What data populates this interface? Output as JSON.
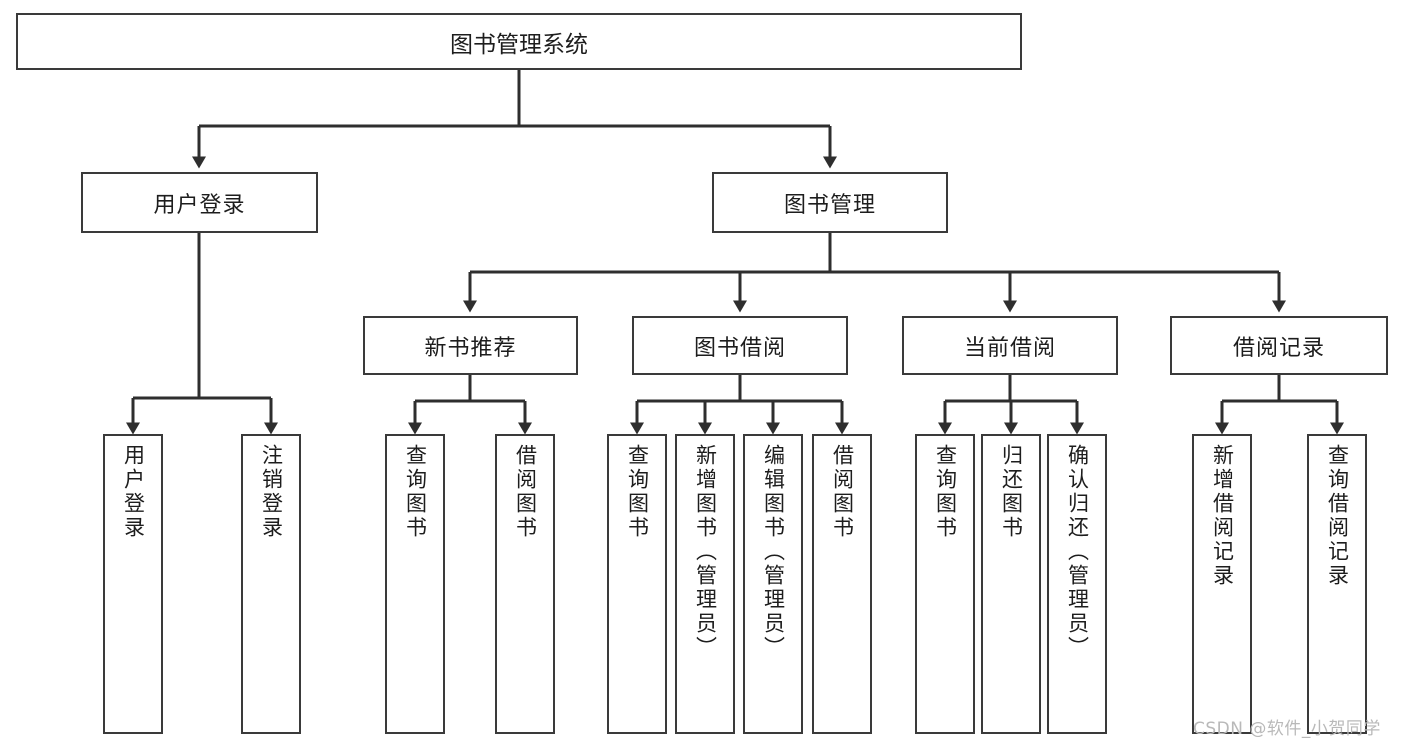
{
  "diagram": {
    "type": "tree",
    "title": "图书管理系统",
    "root": {
      "label": "图书管理系统"
    },
    "level2": [
      {
        "label": "用户登录"
      },
      {
        "label": "图书管理"
      }
    ],
    "level3": [
      {
        "label": "新书推荐"
      },
      {
        "label": "图书借阅"
      },
      {
        "label": "当前借阅"
      },
      {
        "label": "借阅记录"
      }
    ],
    "leaves": {
      "user_login": [
        {
          "label": "用户登录"
        },
        {
          "label": "注销登录"
        }
      ],
      "new_book_recommend": [
        {
          "label": "查询图书"
        },
        {
          "label": "借阅图书"
        }
      ],
      "book_borrow": [
        {
          "label": "查询图书"
        },
        {
          "label": "新增图书（管理员）"
        },
        {
          "label": "编辑图书（管理员）"
        },
        {
          "label": "借阅图书"
        }
      ],
      "current_borrow": [
        {
          "label": "查询图书"
        },
        {
          "label": "归还图书"
        },
        {
          "label": "确认归还（管理员）"
        }
      ],
      "borrow_record": [
        {
          "label": "新增借阅记录"
        },
        {
          "label": "查询借阅记录"
        }
      ]
    },
    "colors": {
      "border": "#3a3a3a",
      "background": "#ffffff",
      "text": "#1d1d1d",
      "watermark": "#b9b9b9"
    }
  },
  "watermark": {
    "text": "CSDN @软件_小贺同学"
  }
}
